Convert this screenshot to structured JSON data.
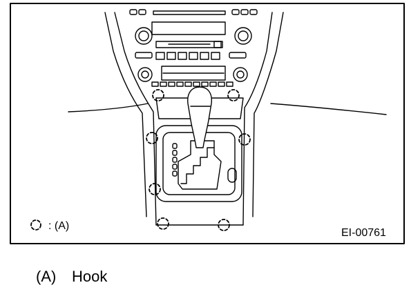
{
  "figure": {
    "legend_label": ": (A)",
    "figure_code": "EI-00761",
    "hook_marker_icon": "dashed-hook-marker-icon"
  },
  "caption": {
    "tag": "(A)",
    "text": "Hook"
  }
}
